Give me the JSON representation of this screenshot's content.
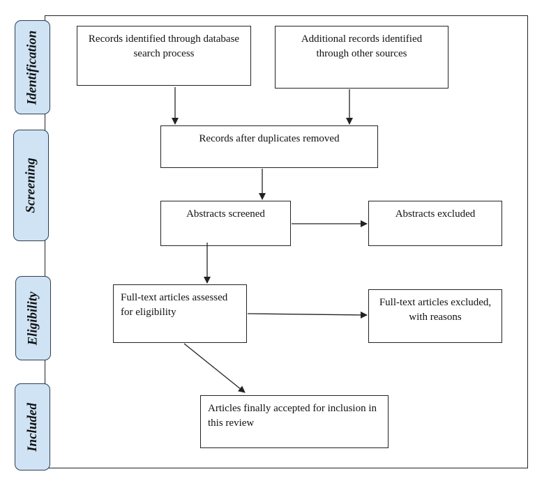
{
  "stages": {
    "identification": "Identification",
    "screening": "Screening",
    "eligibility": "Eligibility",
    "included": "Included"
  },
  "boxes": {
    "records_database": "Records identified through database search process",
    "additional_records": "Additional records identified through other sources",
    "duplicates_removed": "Records after duplicates removed",
    "abstracts_screened": "Abstracts screened",
    "abstracts_excluded": "Abstracts excluded",
    "fulltext_assessed": "Full-text articles assessed for eligibility",
    "fulltext_excluded": "Full-text articles excluded, with reasons",
    "final_included": "Articles finally accepted for inclusion in this review"
  },
  "colors": {
    "stage_fill": "#cfe3f5",
    "stage_border": "#2c3e50",
    "line": "#222222"
  }
}
